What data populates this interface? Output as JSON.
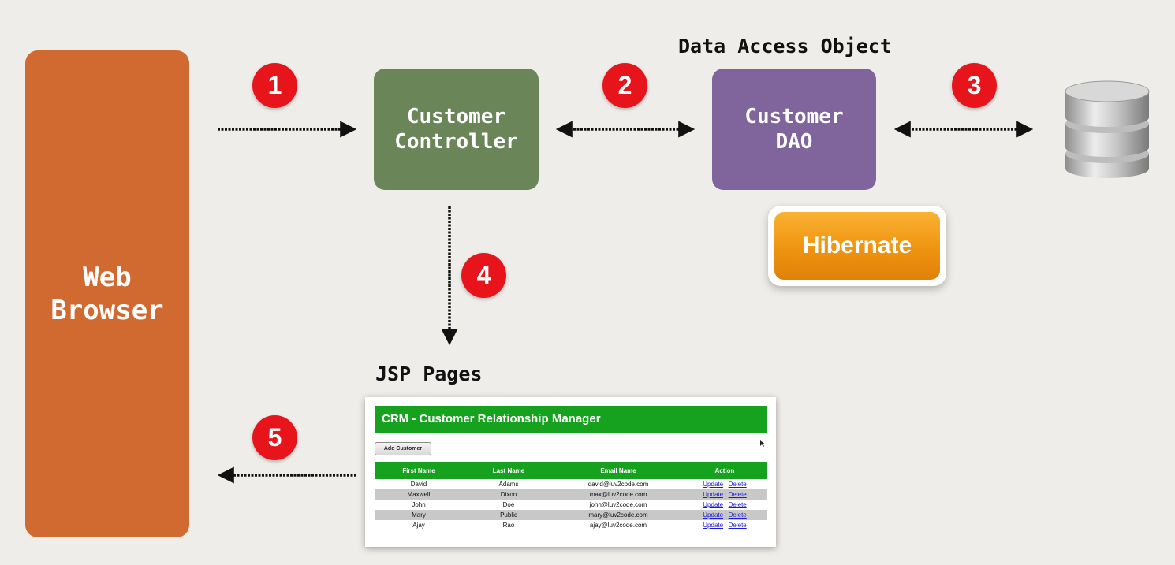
{
  "boxes": {
    "browser": "Web\nBrowser",
    "controller": "Customer\nController",
    "dao": "Customer\nDAO",
    "hibernate": "Hibernate"
  },
  "captions": {
    "dao": "Data Access Object",
    "jsp": "JSP Pages"
  },
  "steps": [
    "1",
    "2",
    "3",
    "4",
    "5"
  ],
  "icons": {
    "database": "database-icon",
    "cursor": "cursor-icon"
  },
  "colors": {
    "browser": "#d06a30",
    "controller": "#6a8659",
    "dao": "#7f659b",
    "hibernate": "#ee9410",
    "badge": "#e8141c",
    "crm_green": "#16a11e"
  },
  "jsp_page": {
    "title": "CRM - Customer Relationship Manager",
    "add_button": "Add Customer",
    "columns": [
      "First Name",
      "Last Name",
      "Email Name",
      "Action"
    ],
    "rows": [
      [
        "David",
        "Adams",
        "david@luv2code.com"
      ],
      [
        "Maxwell",
        "Dixon",
        "max@luv2code.com"
      ],
      [
        "John",
        "Doe",
        "john@luv2code.com"
      ],
      [
        "Mary",
        "Public",
        "mary@luv2code.com"
      ],
      [
        "Ajay",
        "Rao",
        "ajay@luv2code.com"
      ]
    ],
    "update_label": "Update",
    "separator": "|",
    "delete_label": "Delete"
  }
}
